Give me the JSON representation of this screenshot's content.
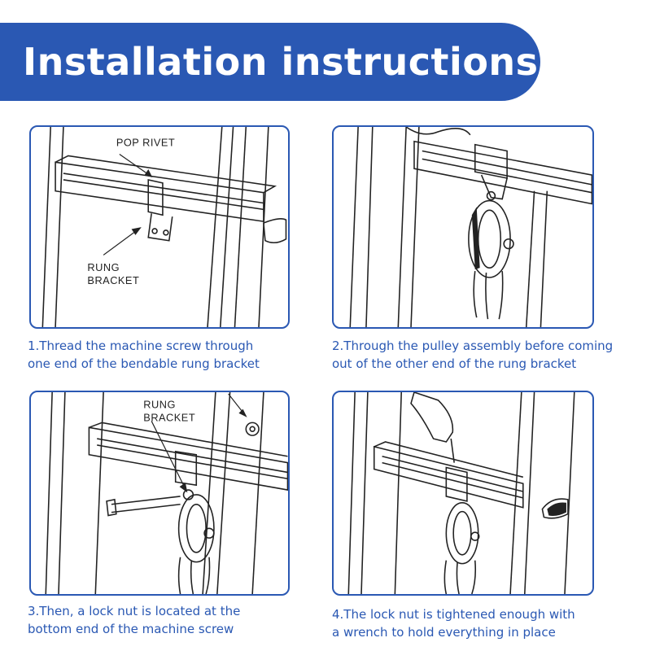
{
  "header": {
    "title": "Installation instructions"
  },
  "colors": {
    "accent": "#2a58b3",
    "line_art": "#222222"
  },
  "steps": [
    {
      "labels": [
        "POP RIVET",
        "RUNG",
        "BRACKET"
      ],
      "caption_line1": "1.Thread the machine screw through",
      "caption_line2": "one end of the bendable rung bracket"
    },
    {
      "labels": [],
      "caption_line1": "2.Through the pulley assembly before coming",
      "caption_line2": "out of the other end of the rung bracket"
    },
    {
      "labels": [
        "RUNG",
        "BRACKET"
      ],
      "caption_line1": "3.Then, a lock nut is located at the",
      "caption_line2": "bottom end of the machine screw"
    },
    {
      "labels": [],
      "caption_line1": "4.The lock nut is tightened enough with",
      "caption_line2": "a wrench to hold everything in place"
    }
  ]
}
